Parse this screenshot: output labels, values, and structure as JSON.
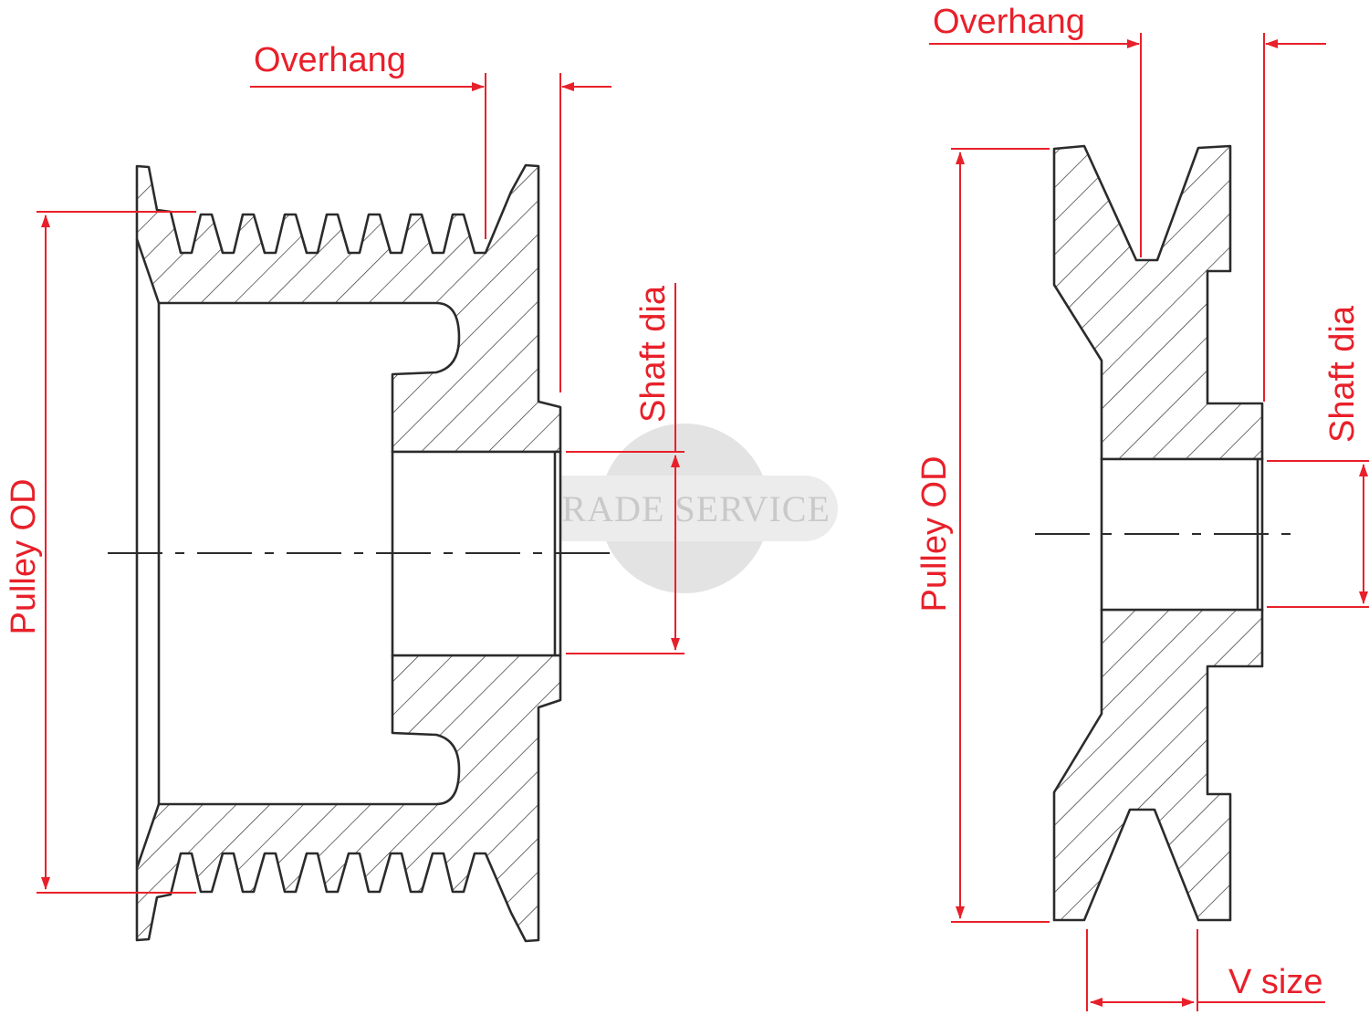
{
  "watermark": {
    "text": "TRADE SERVICE"
  },
  "left_pulley": {
    "name": "poly-v-pulley",
    "labels": {
      "overhang": "Overhang",
      "pulley_od": "Pulley OD",
      "shaft_dia": "Shaft dia"
    }
  },
  "right_pulley": {
    "name": "v-belt-pulley",
    "labels": {
      "overhang": "Overhang",
      "pulley_od": "Pulley OD",
      "shaft_dia": "Shaft dia",
      "v_size": "V size"
    }
  },
  "colors": {
    "dimension": "#e8202a",
    "outline": "#2b2b2b",
    "watermark": "#c9c9c9"
  }
}
